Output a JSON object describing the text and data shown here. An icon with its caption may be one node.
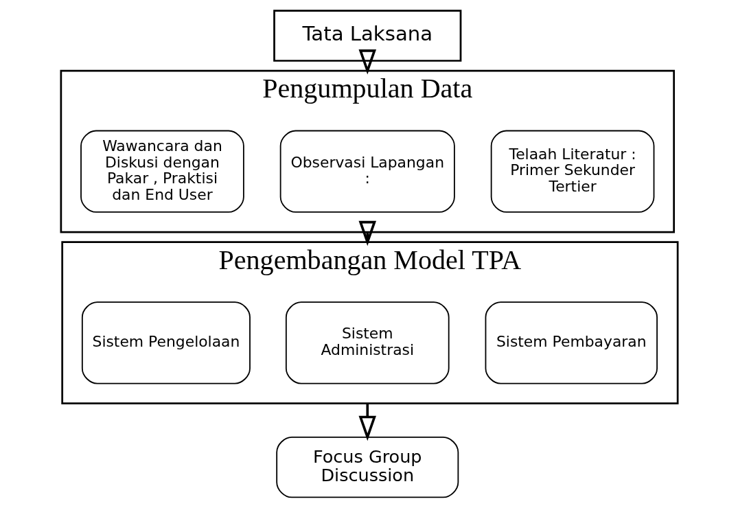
{
  "diagram": {
    "nodes": [
      {
        "text": [
          "Tata Laksana"
        ]
      },
      {
        "text": [
          "Pengumpulan Data"
        ]
      },
      {
        "text": [
          "Telaah Literatur : Primer Sekunder Tertier"
        ],
        "in": 1
      },
      {
        "text": [
          "Observasi Lapangan :"
        ],
        "in": 1
      },
      {
        "text": [
          "Wawancara dan Diskusi dengan Pakar , Praktisi dan End User"
        ],
        "in": 1
      },
      {
        "text": [
          "Pengembangan Model TPA"
        ]
      },
      {
        "text": [
          "Sistem Pembayaran"
        ],
        "in": 5
      },
      {
        "text": [
          "Sistem Administrasi"
        ],
        "in": 5
      },
      {
        "text": [
          "Sistem Pengelolaan"
        ],
        "in": 5
      },
      {
        "text": [
          "Focus Group Discussion"
        ]
      }
    ],
    "edges": [
      {
        "from": 0,
        "to": 1,
        "arrow": "to"
      },
      {
        "from": 1,
        "to": 5,
        "arrow": "to"
      },
      {
        "from": 5,
        "to": 9,
        "arrow": "to"
      }
    ]
  }
}
